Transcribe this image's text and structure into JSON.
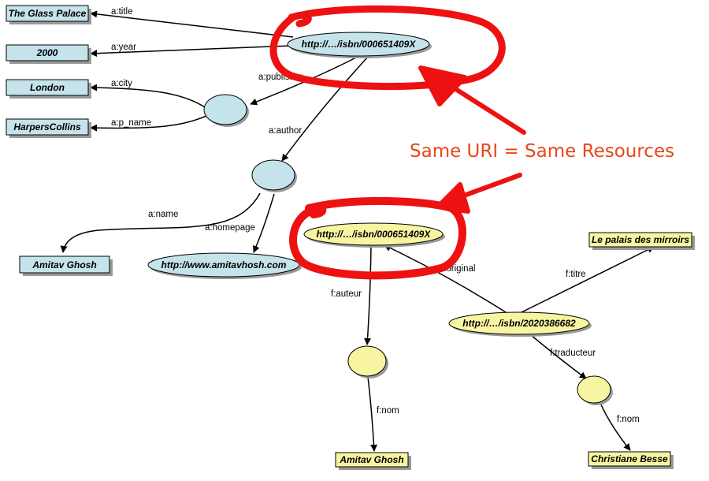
{
  "colors": {
    "english_fill": "#c5e3ea",
    "french_fill": "#f8f5a2",
    "stroke": "#000000",
    "shadow": "#9a9a9a",
    "highlight": "#ee1111",
    "callout": "#e8471a"
  },
  "callout": {
    "text": "Same URI = Same Resources"
  },
  "english_graph": {
    "book_uri": "http://…/isbn/000651409X",
    "literals": {
      "title": "The Glass Palace",
      "year": "2000",
      "city": "London",
      "publisher_name": "HarpersCollins",
      "author_name": "Amitav Ghosh"
    },
    "homepage": "http://www.amitavhosh.com",
    "edges": {
      "title": "a:title",
      "year": "a:year",
      "publisher": "a:publisher",
      "city": "a:city",
      "p_name": "a:p_name",
      "author": "a:author",
      "name": "a:name",
      "homepage": "a:homepage"
    }
  },
  "french_graph": {
    "original_uri": "http://…/isbn/000651409X",
    "translation_uri": "http://…/isbn/2020386682",
    "literals": {
      "titre": "Le palais des mirroirs",
      "auteur_nom": "Amitav Ghosh",
      "traducteur_nom": "Christiane Besse"
    },
    "edges": {
      "original": "f:original",
      "titre": "f:titre",
      "auteur": "f:auteur",
      "traducteur": "f:traducteur",
      "nom_auteur": "f:nom",
      "nom_traducteur": "f:nom"
    }
  }
}
